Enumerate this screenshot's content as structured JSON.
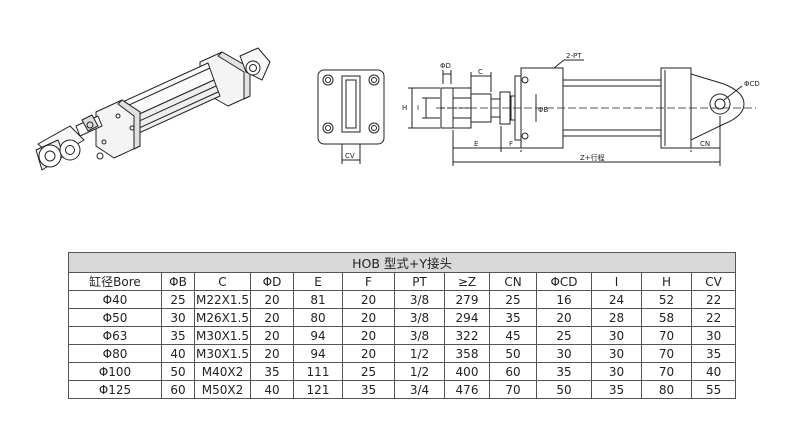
{
  "drawing": {
    "labels": {
      "pt": "2-PT",
      "phi_cd": "ΦCD",
      "phi_d": "ΦD",
      "c": "C",
      "h": "H",
      "i": "I",
      "phi_b": "ΦB",
      "e": "E",
      "f": "F",
      "z_stroke": "Z+行程",
      "cn": "CN",
      "cv": "CV"
    }
  },
  "table": {
    "title": "HOB 型式+Y接头",
    "headers": [
      "缸径Bore",
      "ΦB",
      "C",
      "ΦD",
      "E",
      "F",
      "PT",
      "≥Z",
      "CN",
      "ΦCD",
      "I",
      "H",
      "CV"
    ],
    "rows": [
      [
        "Φ40",
        "25",
        "M22X1.5",
        "20",
        "81",
        "20",
        "3/8",
        "279",
        "25",
        "16",
        "24",
        "52",
        "22"
      ],
      [
        "Φ50",
        "30",
        "M26X1.5",
        "20",
        "80",
        "20",
        "3/8",
        "294",
        "35",
        "20",
        "28",
        "58",
        "22"
      ],
      [
        "Φ63",
        "35",
        "M30X1.5",
        "20",
        "94",
        "20",
        "3/8",
        "322",
        "45",
        "25",
        "30",
        "70",
        "30"
      ],
      [
        "Φ80",
        "40",
        "M30X1.5",
        "20",
        "94",
        "20",
        "1/2",
        "358",
        "50",
        "30",
        "30",
        "70",
        "35"
      ],
      [
        "Φ100",
        "50",
        "M40X2",
        "35",
        "111",
        "25",
        "1/2",
        "400",
        "60",
        "35",
        "30",
        "70",
        "40"
      ],
      [
        "Φ125",
        "60",
        "M50X2",
        "40",
        "121",
        "35",
        "3/4",
        "476",
        "70",
        "50",
        "35",
        "80",
        "55"
      ]
    ]
  }
}
